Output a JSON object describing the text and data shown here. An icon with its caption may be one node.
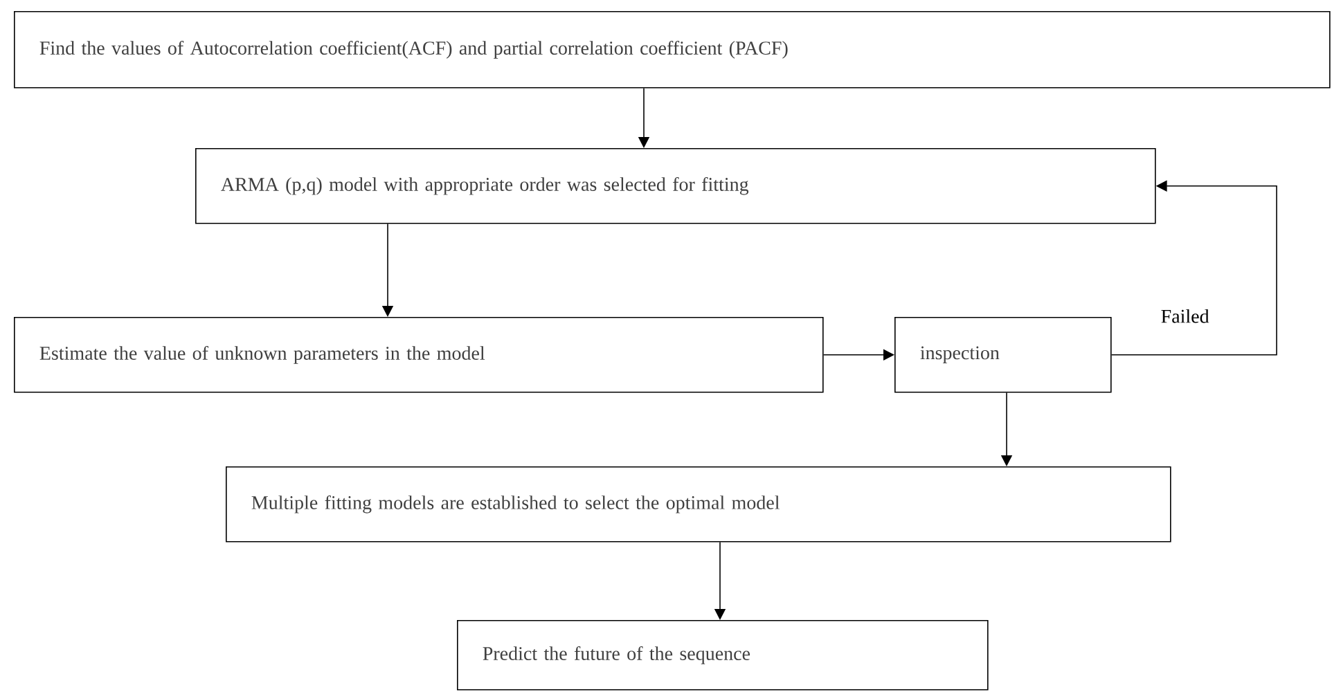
{
  "diagram": {
    "nodes": [
      {
        "text": [
          "Find the values of Autocorrelation coefficient(ACF) and partial correlation coefficient (PACF)"
        ]
      },
      {
        "text": [
          "ARMA (p,q) model with appropriate order was selected for fitting"
        ]
      },
      {
        "text": [
          "Estimate the value of unknown parameters in the model"
        ]
      },
      {
        "text": [
          "inspection"
        ]
      },
      {
        "text": [
          "Multiple fitting models are established to select the optimal model"
        ]
      },
      {
        "text": [
          "Predict the future of the sequence"
        ]
      }
    ],
    "edges": [
      {
        "from": 0,
        "to": 1,
        "arrow": "to"
      },
      {
        "from": 1,
        "to": 2,
        "arrow": "to"
      },
      {
        "from": 2,
        "to": 3,
        "arrow": "to"
      },
      {
        "from": 3,
        "to": 1,
        "arrow": "to",
        "label": "Failed"
      },
      {
        "from": 3,
        "to": 4,
        "arrow": "to"
      },
      {
        "from": 4,
        "to": 5,
        "arrow": "to"
      }
    ]
  }
}
